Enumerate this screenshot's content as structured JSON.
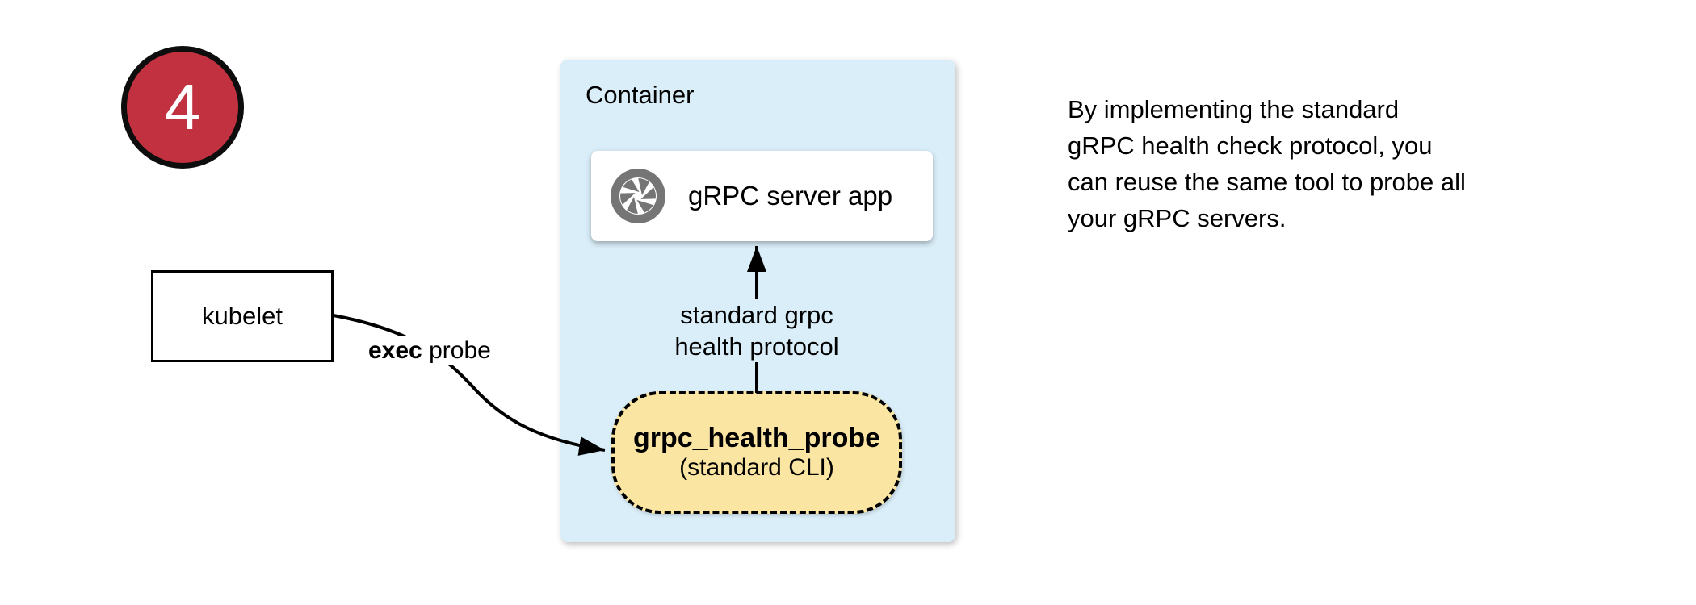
{
  "colors": {
    "step_red": "#c23140",
    "container_blue": "#daeef9",
    "probe_yellow": "#fbe5a2",
    "icon_gray": "#757575",
    "line_black": "#000000"
  },
  "step_badge": {
    "number": "4"
  },
  "kubelet_box": {
    "label": "kubelet"
  },
  "container_panel": {
    "title": "Container",
    "server_box": {
      "icon": "aperture-icon",
      "label": "gRPC server app"
    },
    "probe_pill": {
      "name": "grpc_health_probe",
      "subtitle": "(standard CLI)"
    }
  },
  "labels": {
    "protocol_line1": "standard grpc",
    "protocol_line2": "health protocol",
    "exec_bold": "exec",
    "exec_rest": " probe"
  },
  "description": {
    "lines": [
      "By implementing the standard",
      "gRPC health check protocol, you",
      "can reuse the same tool to probe all",
      "your gRPC servers."
    ]
  }
}
